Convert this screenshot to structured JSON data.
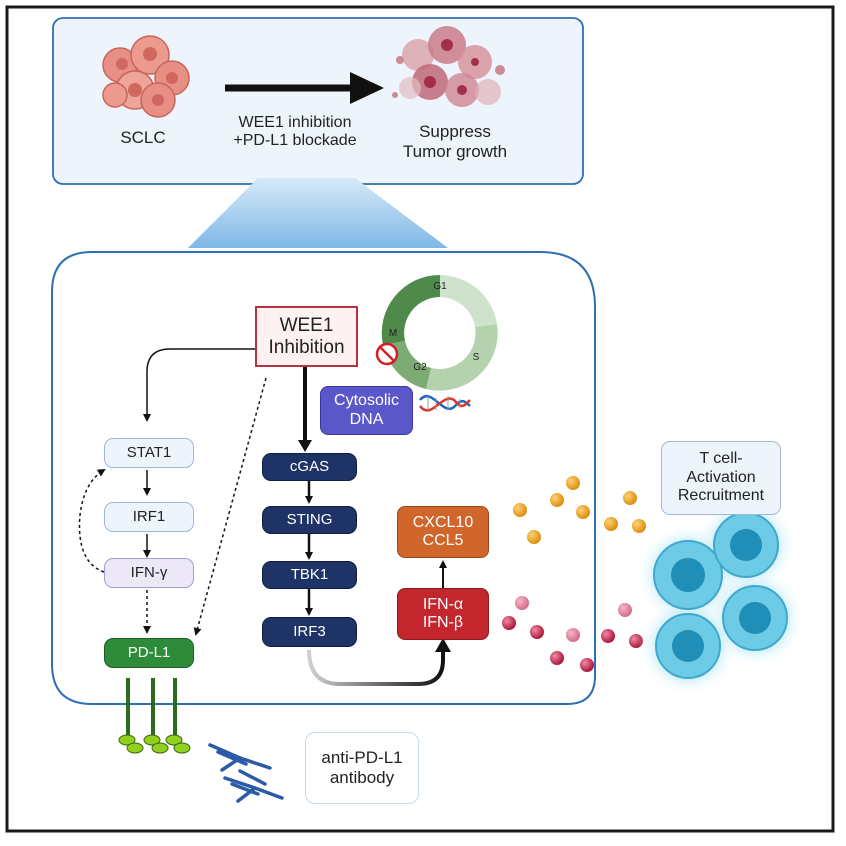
{
  "top_panel": {
    "source_label": "SCLC",
    "treatment_label": "WEE1 inhibition\n+PD-L1 blockade",
    "outcome_label": "Suppress\nTumor growth"
  },
  "cell_cycle": {
    "phases": [
      "G1",
      "S",
      "G2",
      "M"
    ]
  },
  "pathway": {
    "wee1_label": "WEE1\nInhibition",
    "cytosolic_dna_label": "Cytosolic\nDNA",
    "left_nodes": [
      "STAT1",
      "IRF1",
      "IFN-γ",
      "PD-L1"
    ],
    "center_nodes": [
      "cGAS",
      "STING",
      "TBK1",
      "IRF3"
    ],
    "interferon_label": "IFN-α\nIFN-β",
    "chemokine_label": "CXCL10\nCCL5"
  },
  "t_cell_label": "T cell-\nActivation\nRecruitment",
  "antibody_label": "anti-PD-L1\nantibody",
  "colors": {
    "frame": "#1a1a1a",
    "panel_border": "#2f6fb3",
    "navy": "#1f3466",
    "wee1_border": "#b3343d",
    "wee1_fill": "#fdf1f1",
    "dna_box": "#5a57c9",
    "chemokine": "#d0662b",
    "interferon": "#c4262e",
    "orange_bead": "#e0940e",
    "red_bead": "#b8163b",
    "cell": "#3fb0d6",
    "green": "#2e8b3a"
  }
}
